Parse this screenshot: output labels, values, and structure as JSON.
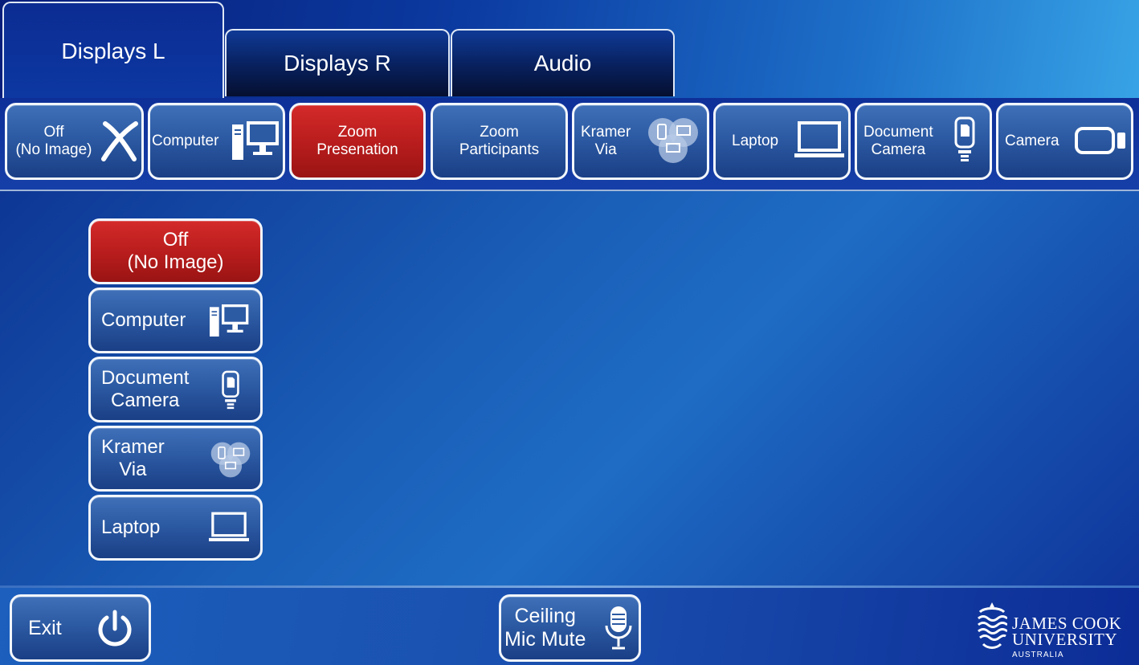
{
  "tabs": [
    {
      "label": "Displays L",
      "active": true
    },
    {
      "label": "Displays R",
      "active": false
    },
    {
      "label": "Audio",
      "active": false
    }
  ],
  "sources": [
    {
      "line1": "Off",
      "line2": "(No Image)",
      "icon": "off-x-icon",
      "active": false
    },
    {
      "line1": "Computer",
      "line2": "",
      "icon": "desktop-computer-icon",
      "active": false
    },
    {
      "line1": "Zoom",
      "line2": "Presenation",
      "icon": "",
      "active": true
    },
    {
      "line1": "Zoom",
      "line2": "Participants",
      "icon": "",
      "active": false
    },
    {
      "line1": "Kramer",
      "line2": "Via",
      "icon": "kramer-via-icon",
      "active": false
    },
    {
      "line1": "Laptop",
      "line2": "",
      "icon": "laptop-icon",
      "active": false
    },
    {
      "line1": "Document",
      "line2": "Camera",
      "icon": "document-camera-icon",
      "active": false
    },
    {
      "line1": "Camera",
      "line2": "",
      "icon": "video-camera-icon",
      "active": false
    }
  ],
  "display_list": [
    {
      "line1": "Off",
      "line2": "(No Image)",
      "icon": "",
      "active": true
    },
    {
      "line1": "Computer",
      "line2": "",
      "icon": "desktop-computer-icon",
      "active": false
    },
    {
      "line1": "Document",
      "line2": "Camera",
      "icon": "document-camera-icon",
      "active": false
    },
    {
      "line1": "Kramer",
      "line2": "Via",
      "icon": "kramer-via-icon",
      "active": false
    },
    {
      "line1": "Laptop",
      "line2": "",
      "icon": "laptop-icon",
      "active": false
    }
  ],
  "footer": {
    "exit_label": "Exit",
    "mic_line1": "Ceiling",
    "mic_line2": "Mic Mute",
    "logo": {
      "line1": "JAMES COOK",
      "line2": "UNIVERSITY",
      "line3": "AUSTRALIA"
    }
  },
  "colors": {
    "active_red": "#b71c1c",
    "button_blue": "#2c5aa3",
    "border": "#f2f6fb"
  }
}
